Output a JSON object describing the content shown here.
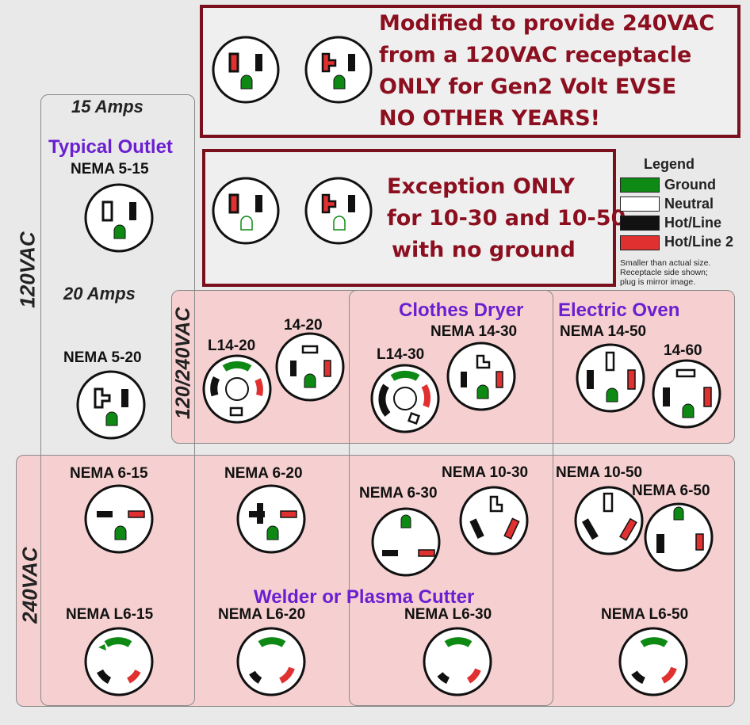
{
  "colors": {
    "ground": "#0e8a14",
    "neutral": "#ffffff",
    "hot": "#111111",
    "hot2": "#e03030",
    "accent_text": "#6a1fd1",
    "note_border": "#7a0f1e",
    "note_text": "#8b0f1f",
    "pink_bg": "#f6d0d0"
  },
  "note1": {
    "lines": [
      "Modified to provide 240VAC",
      "from a 120VAC receptacle",
      "ONLY for Gen2 Volt EVSE",
      "NO OTHER YEARS!"
    ]
  },
  "note2": {
    "lines": [
      "Exception ONLY",
      "for 10-30 and 10-50",
      "with no ground"
    ]
  },
  "legend": {
    "title": "Legend",
    "items": [
      {
        "label": "Ground",
        "color": "#0e8a14"
      },
      {
        "label": "Neutral",
        "color": "#ffffff"
      },
      {
        "label": "Hot/Line",
        "color": "#111111"
      },
      {
        "label": "Hot/Line 2",
        "color": "#e03030"
      }
    ],
    "note": [
      "Smaller than actual size.",
      "Receptacle side shown;",
      "plug is mirror image."
    ]
  },
  "rows": {
    "v120": "120VAC",
    "v120240": "120/240VAC",
    "v240": "240VAC"
  },
  "amps": {
    "a15": "15 Amps",
    "a20": "20 Amps"
  },
  "headings": {
    "typical": "Typical Outlet",
    "dryer": "Clothes Dryer",
    "oven": "Electric Oven",
    "welder": "Welder or Plasma Cutter"
  },
  "receptacles": {
    "n515": "NEMA 5-15",
    "n520": "NEMA 5-20",
    "l1420": "L14-20",
    "n1420": "14-20",
    "l1430": "L14-30",
    "n1430": "NEMA 14-30",
    "n1450": "NEMA 14-50",
    "n1460": "14-60",
    "n615": "NEMA 6-15",
    "n620": "NEMA 6-20",
    "n630": "NEMA 6-30",
    "n1030": "NEMA 10-30",
    "n1050": "NEMA 10-50",
    "n650": "NEMA 6-50",
    "l615": "NEMA L6-15",
    "l620": "NEMA L6-20",
    "l630": "NEMA L6-30",
    "l650": "NEMA L6-50"
  }
}
